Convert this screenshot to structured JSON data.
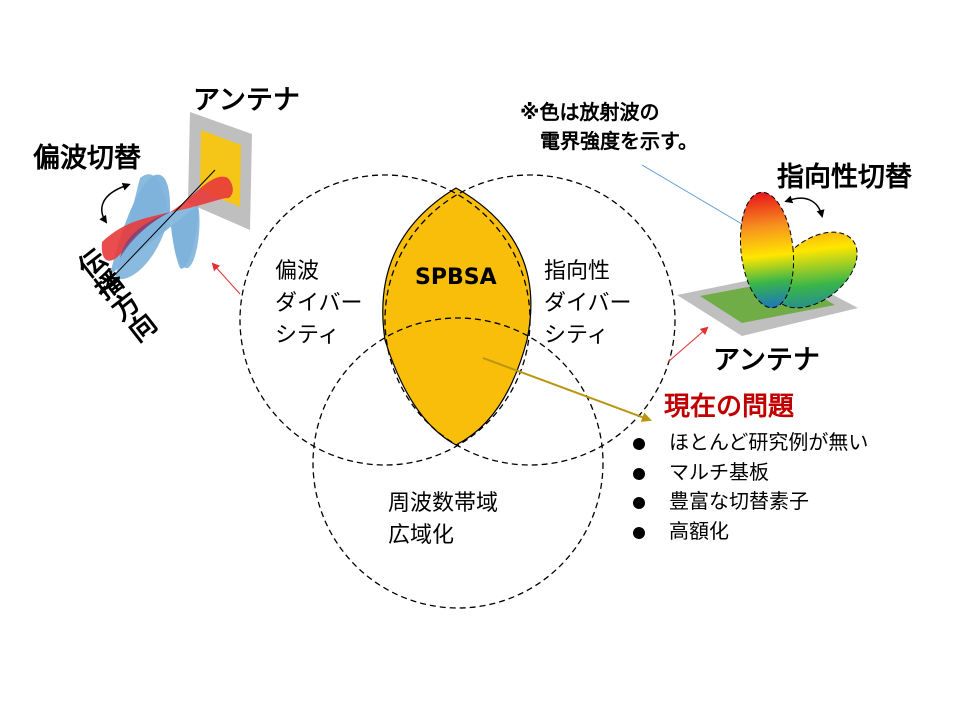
{
  "left_antenna": {
    "title": "アンテナ",
    "switch_label": "偏波切替",
    "propagation_label": "伝播方向"
  },
  "right_antenna": {
    "note_line1": "※色は放射波の",
    "note_line2": "電界強度を示す。",
    "switch_label": "指向性切替",
    "title": "アンテナ"
  },
  "venn": {
    "center_label": "SPBSA",
    "left_circle_line1": "偏波",
    "left_circle_line2": "ダイバー",
    "left_circle_line3": "シティ",
    "right_circle_line1": "指向性",
    "right_circle_line2": "ダイバー",
    "right_circle_line3": "シティ",
    "bottom_circle_line1": "周波数帯域",
    "bottom_circle_line2": "広域化"
  },
  "problems": {
    "title": "現在の問題",
    "items": [
      "ほとんど研究例が無い",
      "マルチ基板",
      "豊富な切替素子",
      "高額化"
    ]
  },
  "colors": {
    "lens_fill": "#F8BE0A",
    "problem_title": "#C00000",
    "arrow_gold": "#B8960F",
    "arrow_red": "#E03030",
    "leader_blue": "#5B9BD5",
    "ground_plane": "#BFBFBF",
    "patch_left": "#F5C518",
    "patch_right": "#70AD47",
    "wave_blue": "#7EB3DC",
    "wave_red": "#E83A3A"
  }
}
